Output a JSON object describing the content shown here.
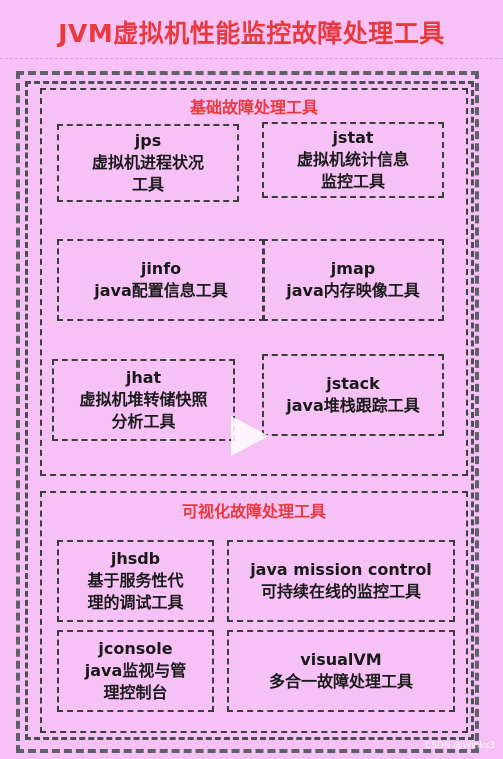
{
  "title": "JVM虚拟机性能监控故障处理工具",
  "sections": [
    {
      "title": "基础故障处理工具",
      "tools": [
        {
          "name": "jps",
          "desc1": "虚拟机进程状况",
          "desc2": "工具"
        },
        {
          "name": "jstat",
          "desc1": "虚拟机统计信息",
          "desc2": "监控工具"
        },
        {
          "name": "jinfo",
          "desc1": "java配置信息工具",
          "desc2": ""
        },
        {
          "name": "jmap",
          "desc1": "java内存映像工具",
          "desc2": ""
        },
        {
          "name": "jhat",
          "desc1": "虚拟机堆转储快照",
          "desc2": "分析工具"
        },
        {
          "name": "jstack",
          "desc1": "java堆栈跟踪工具",
          "desc2": ""
        }
      ]
    },
    {
      "title": "可视化故障处理工具",
      "tools": [
        {
          "name": "jhsdb",
          "desc1": "基于服务性代",
          "desc2": "理的调试工具"
        },
        {
          "name": "java mission control",
          "desc1": "可持续在线的监控工具",
          "desc2": ""
        },
        {
          "name": "jconsole",
          "desc1": "java监视与管",
          "desc2": "理控制台"
        },
        {
          "name": "visualVM",
          "desc1": "多合一故障处理工具",
          "desc2": ""
        }
      ]
    }
  ],
  "watermark": "CSDN @Winks3"
}
